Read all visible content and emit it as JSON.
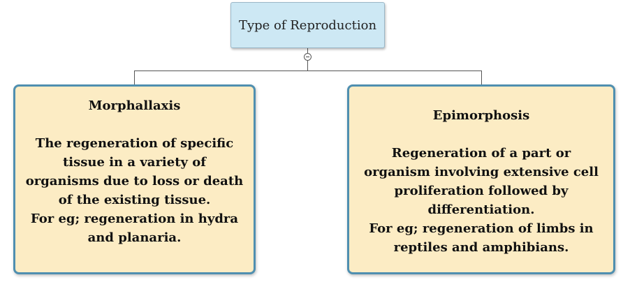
{
  "diagram": {
    "root": {
      "label": "Type of Reproduction"
    },
    "children": [
      {
        "title": "Morphallaxis",
        "description": "The regeneration of specific tissue in a variety of organisms due to loss or death of the existing tissue.",
        "example": "For eg; regeneration in hydra and planaria."
      },
      {
        "title": "Epimorphosis",
        "description": "Regeneration of a part or organism involving extensive cell proliferation followed by differentiation.",
        "example": "For eg; regeneration of limbs in reptiles and amphibians."
      }
    ],
    "colors": {
      "root_fill": "#cde8f4",
      "child_fill": "#fcecc4",
      "child_border": "#4f8fb0",
      "connector": "#555555"
    }
  }
}
